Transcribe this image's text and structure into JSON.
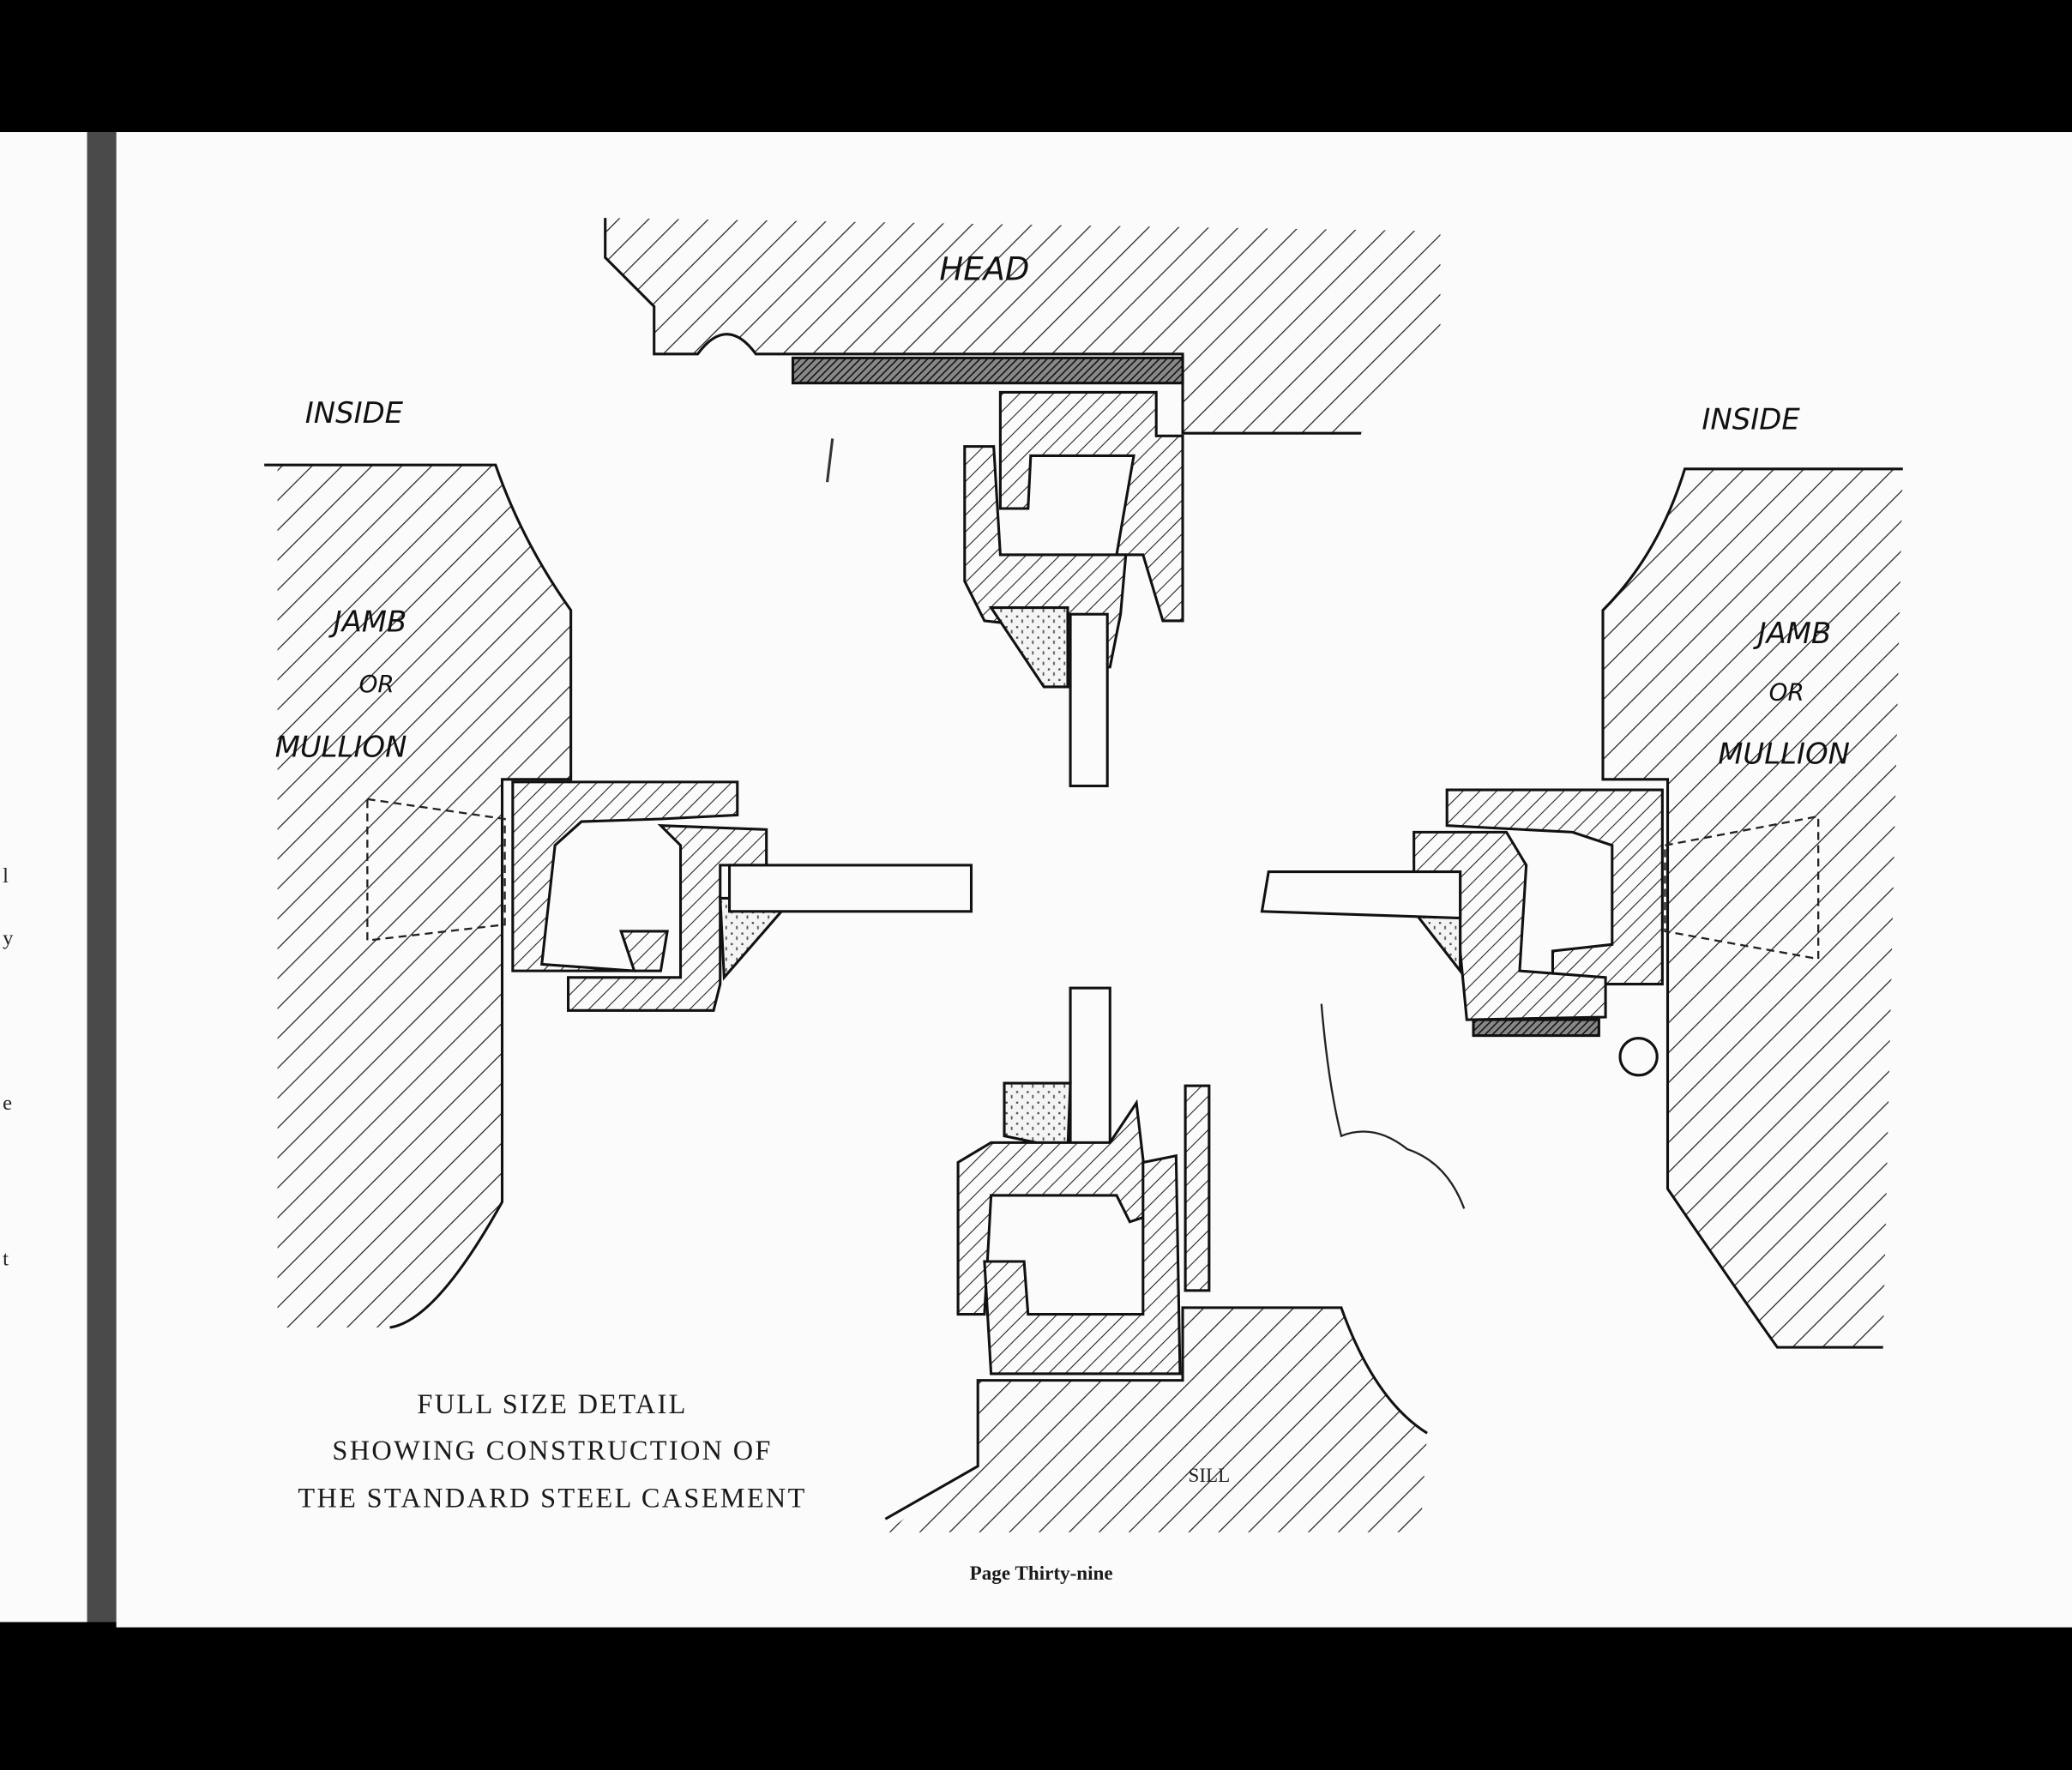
{
  "labels": {
    "head": "HEAD",
    "inside_left": "INSIDE",
    "inside_right": "INSIDE",
    "jamb_left": [
      "JAMB",
      "OR",
      "MULLION"
    ],
    "jamb_right": [
      "JAMB",
      "OR",
      "MULLION"
    ],
    "sill": "SILL"
  },
  "caption": [
    "FULL SIZE DETAIL",
    "SHOWING CONSTRUCTION OF",
    "THE STANDARD STEEL CASEMENT"
  ],
  "page_number": "Page Thirty-nine",
  "left_page_fragments": [
    "l",
    "y",
    "e",
    "t"
  ],
  "colors": {
    "paper": "#fbfbfb",
    "ink": "#1a1a1a",
    "background": "#000000",
    "gutter": "#4a4a4a"
  }
}
